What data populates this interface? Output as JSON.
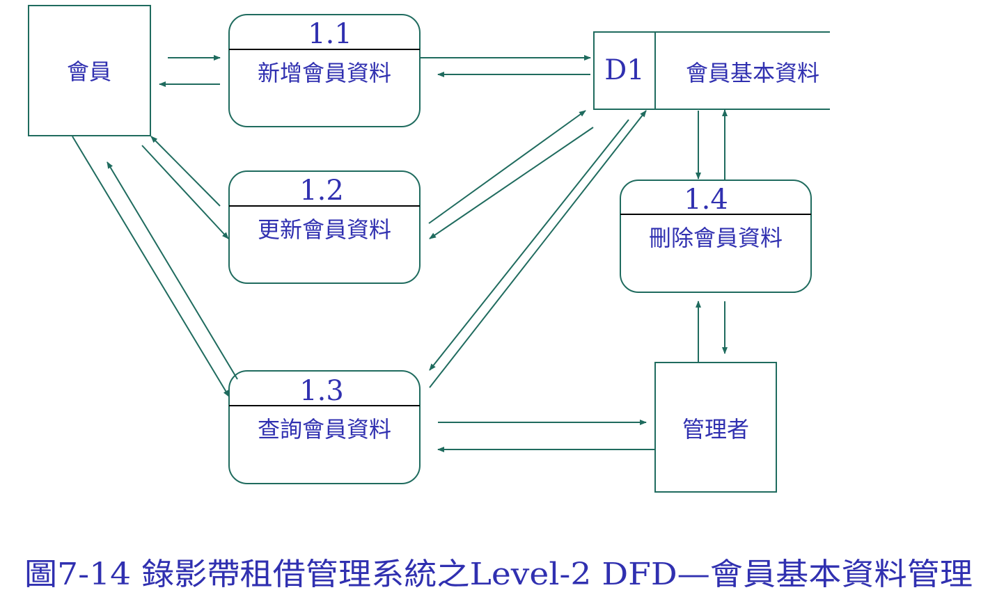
{
  "entities": {
    "member": "會員",
    "manager": "管理者"
  },
  "processes": [
    {
      "id": "1.1",
      "name": "新增會員資料"
    },
    {
      "id": "1.2",
      "name": "更新會員資料"
    },
    {
      "id": "1.3",
      "name": "查詢會員資料"
    },
    {
      "id": "1.4",
      "name": "刪除會員資料"
    }
  ],
  "data_store": {
    "id": "D1",
    "name": "會員基本資料"
  },
  "caption": "圖7-14 錄影帶租借管理系統之Level-2 DFD—會員基本資料管理",
  "colors": {
    "line": "#1f6b5e",
    "text": "#3030b0"
  }
}
